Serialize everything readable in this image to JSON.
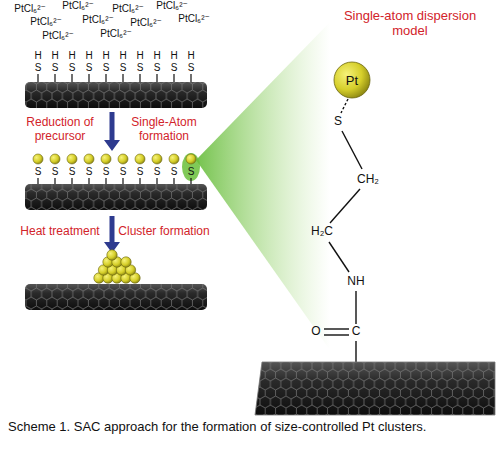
{
  "diagram": {
    "caption": "Scheme 1. SAC approach for the formation of size-controlled Pt clusters.",
    "nodes": [
      {
        "text": [
          "Pt"
        ]
      }
    ],
    "labels": [
      "PtCl₆²⁻",
      "PtCl₆²⁻",
      "PtCl₆²⁻",
      "PtCl₆²⁻",
      "PtCl₆²⁻",
      "PtCl₆²⁻",
      "PtCl₆²⁻",
      "PtCl₆²⁻",
      "PtCl₆²⁻",
      "PtCl₆²⁻",
      "H",
      "H",
      "H",
      "H",
      "H",
      "H",
      "H",
      "H",
      "H",
      "H",
      "S",
      "S",
      "S",
      "S",
      "S",
      "S",
      "S",
      "S",
      "S",
      "S",
      "S",
      "S",
      "S",
      "S",
      "S",
      "S",
      "S",
      "S",
      "S",
      "S",
      "Reduction of precursor",
      "Single-Atom formation",
      "Heat treatment",
      "Cluster formation",
      "Single-atom dispersion model",
      "S",
      "CH₂",
      "H₂C",
      "NH",
      "O",
      "C"
    ]
  }
}
